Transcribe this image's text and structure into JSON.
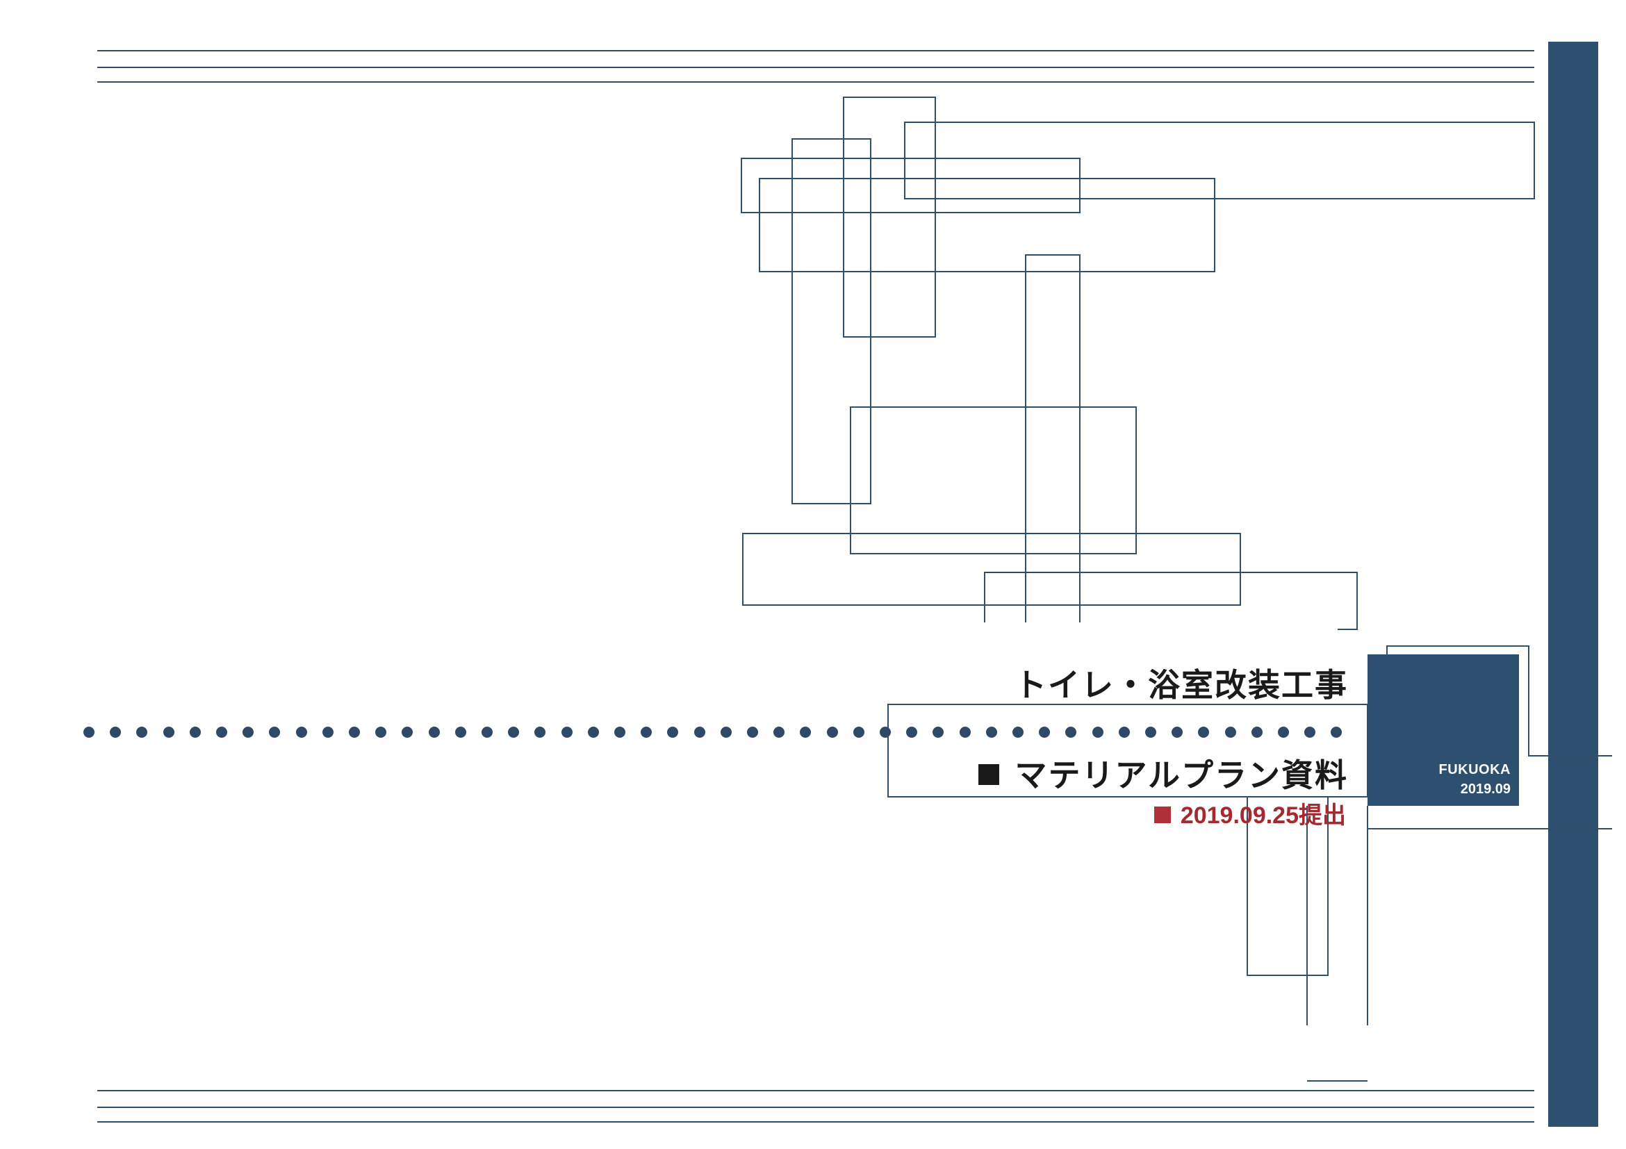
{
  "cover": {
    "title": "トイレ・浴室改装工事",
    "subtitle": "マテリアルプラン資料",
    "submitted": "2019.09.25提出"
  },
  "badge": {
    "city": "FUKUOKA",
    "year_month": "2019.09"
  },
  "colors": {
    "navy": "#2d5070",
    "dot": "#2e4a66",
    "accent_red": "#a52a30",
    "text": "#1a1a1a"
  }
}
